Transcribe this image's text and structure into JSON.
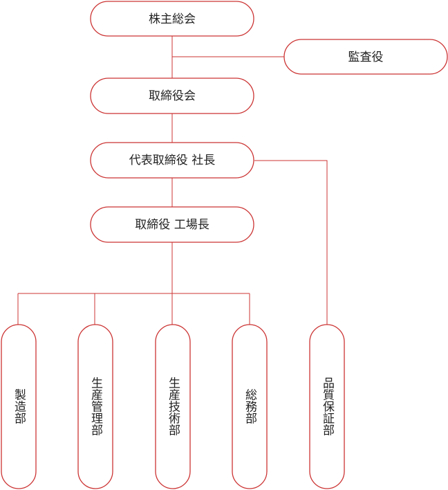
{
  "colors": {
    "accent": "#cc3333",
    "text": "#222222",
    "background": "#ffffff"
  },
  "nodes": {
    "shareholders_meeting": "株主総会",
    "auditor": "監査役",
    "board_of_directors": "取締役会",
    "president": "代表取締役 社長",
    "plant_manager": "取締役 工場長",
    "manufacturing": "製造部",
    "production_management": "生産管理部",
    "production_engineering": "生産技術部",
    "general_affairs": "総務部",
    "quality_assurance": "品質保証部"
  }
}
